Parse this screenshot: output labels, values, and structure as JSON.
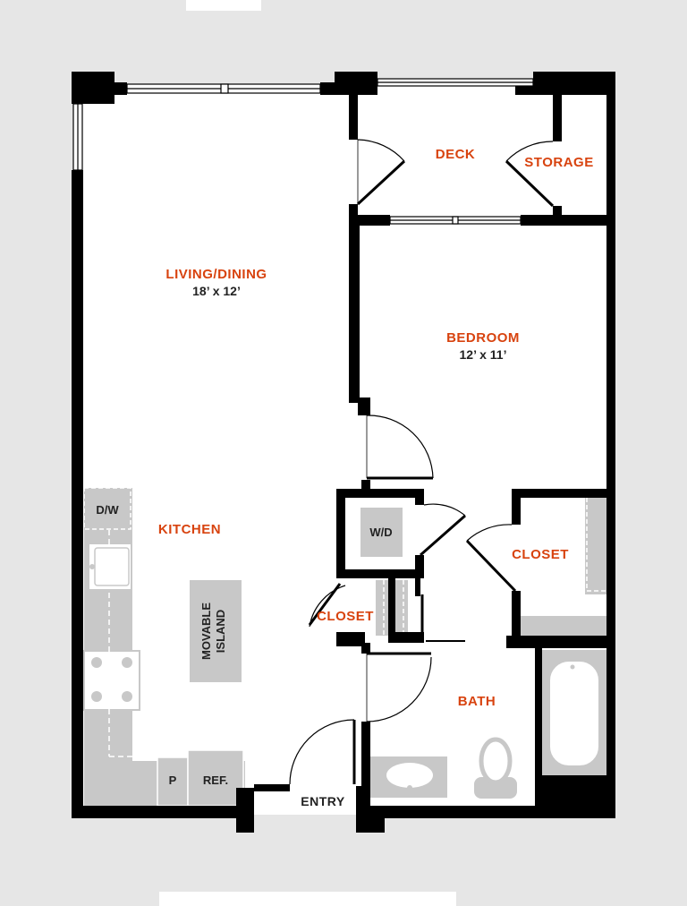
{
  "rooms": {
    "deck": "DECK",
    "storage": "STORAGE",
    "living": "LIVING/DINING",
    "living_dim": "18’ x 12’",
    "bedroom": "BEDROOM",
    "bedroom_dim": "12’ x 11’",
    "kitchen": "KITCHEN",
    "closet_bedroom": "CLOSET",
    "closet_hall": "CLOSET",
    "bath": "BATH"
  },
  "fixtures": {
    "dishwasher": "D/W",
    "washer_dryer": "W/D",
    "island_line1": "MOVABLE",
    "island_line2": "ISLAND",
    "pantry": "P",
    "refrigerator": "REF."
  },
  "entry": "ENTRY",
  "colors": {
    "label": "#d8430f",
    "wall": "#000000",
    "fixture": "#c8c8c8",
    "background": "#e6e6e6"
  }
}
